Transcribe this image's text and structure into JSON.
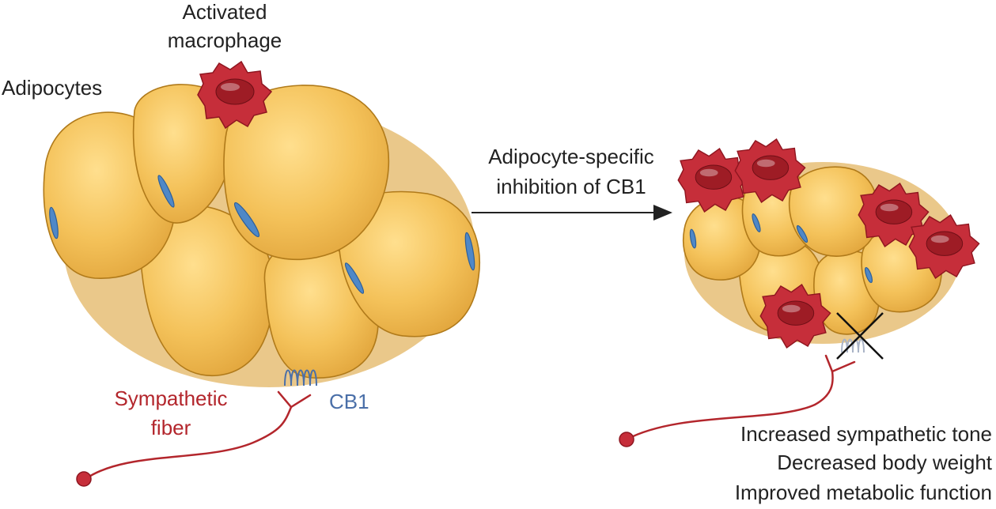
{
  "labels": {
    "adipocytes": "Adipocytes",
    "activated_macrophage_line1": "Activated",
    "activated_macrophage_line2": "macrophage",
    "sympathetic_line1": "Sympathetic",
    "sympathetic_line2": "fiber",
    "cb1": "CB1",
    "inhibition_line1": "Adipocyte-specific",
    "inhibition_line2": "inhibition of CB1",
    "outcome_1": "Increased sympathetic tone",
    "outcome_2": "Decreased body weight",
    "outcome_3": "Improved metabolic function"
  },
  "colors": {
    "adipocyte": "#f2c25c",
    "adipocyte_edge": "#b07a1a",
    "nucleus": "#4f88c7",
    "macrophage": "#c62e3a",
    "sympathetic_fiber": "#b3262c",
    "cb1_receptor": "#4a6fa8",
    "text": "#222222"
  }
}
